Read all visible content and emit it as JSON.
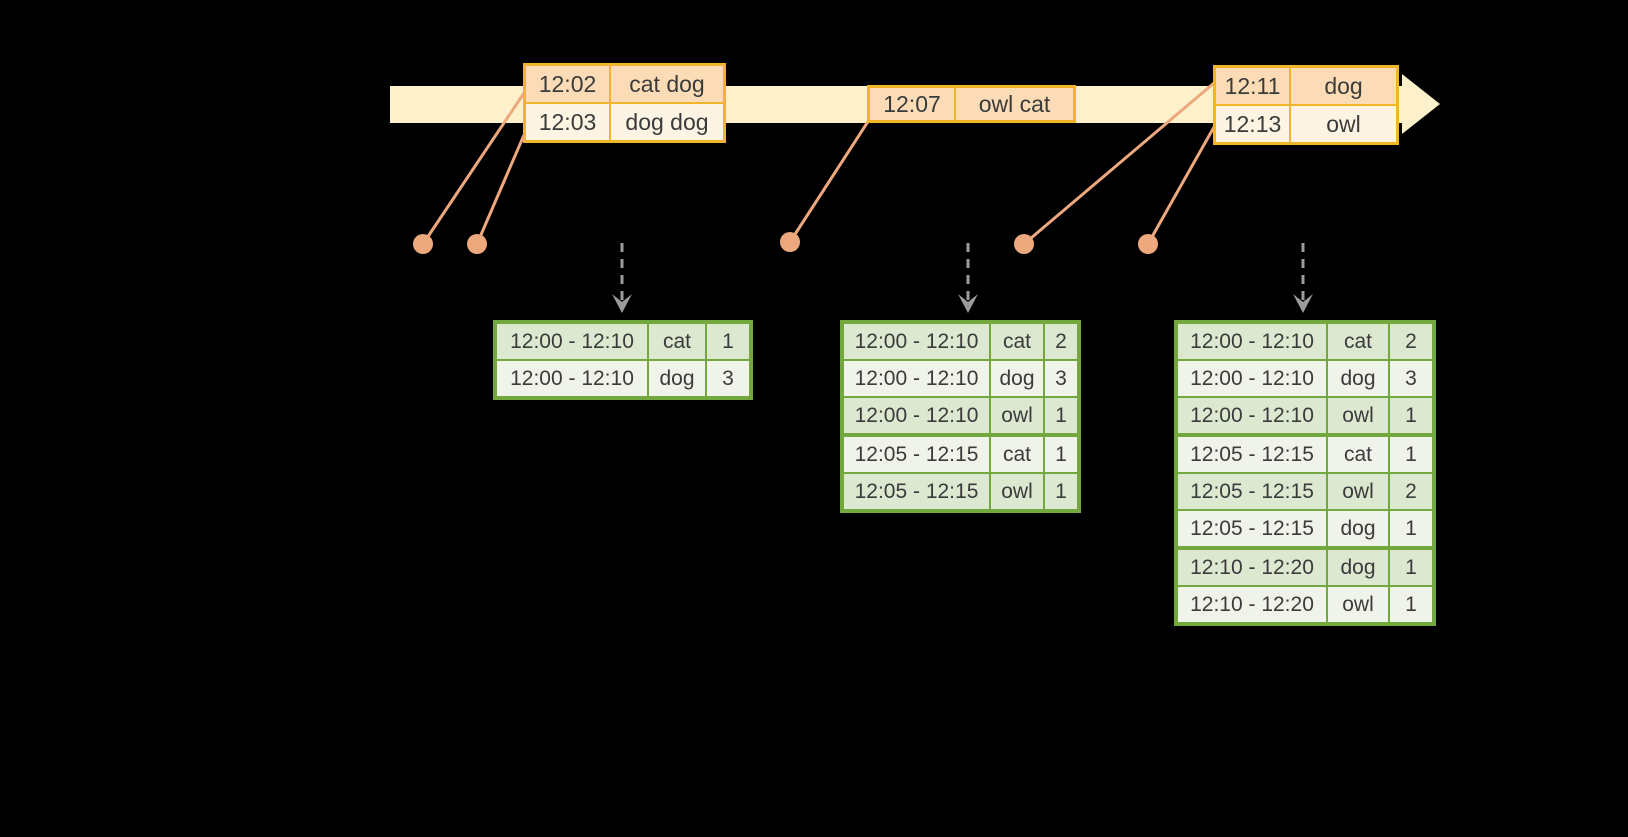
{
  "colors": {
    "background": "#000000",
    "timeline_band": "#FCF1CB",
    "event_border": "#F2B52A",
    "event_row_dark": "#FBDCB6",
    "event_row_light": "#FDF4E4",
    "marker": "#EDA87E",
    "trigger_arrow": "#9B9B9B",
    "result_border": "#72A83E",
    "result_row_dark": "#DDE8D1",
    "result_row_light": "#EFF3EA",
    "text": "#3B3B3B"
  },
  "icons": {
    "timeline_arrowhead": "right-arrowhead",
    "trigger_arrow": "dashed-down-arrow",
    "event_marker": "dot"
  },
  "event_tables": [
    {
      "rows": [
        {
          "time": "12:02",
          "words": "cat dog"
        },
        {
          "time": "12:03",
          "words": "dog dog"
        }
      ]
    },
    {
      "rows": [
        {
          "time": "12:07",
          "words": "owl cat"
        }
      ]
    },
    {
      "rows": [
        {
          "time": "12:11",
          "words": "dog"
        },
        {
          "time": "12:13",
          "words": "owl"
        }
      ]
    }
  ],
  "result_tables": [
    {
      "rows": [
        {
          "window": "12:00 - 12:10",
          "word": "cat",
          "count": "1"
        },
        {
          "window": "12:00 - 12:10",
          "word": "dog",
          "count": "3"
        }
      ]
    },
    {
      "rows": [
        {
          "window": "12:00 - 12:10",
          "word": "cat",
          "count": "2"
        },
        {
          "window": "12:00 - 12:10",
          "word": "dog",
          "count": "3"
        },
        {
          "window": "12:00 - 12:10",
          "word": "owl",
          "count": "1"
        },
        {
          "window": "12:05 - 12:15",
          "word": "cat",
          "count": "1"
        },
        {
          "window": "12:05 - 12:15",
          "word": "owl",
          "count": "1"
        }
      ]
    },
    {
      "rows": [
        {
          "window": "12:00 - 12:10",
          "word": "cat",
          "count": "2"
        },
        {
          "window": "12:00 - 12:10",
          "word": "dog",
          "count": "3"
        },
        {
          "window": "12:00 - 12:10",
          "word": "owl",
          "count": "1"
        },
        {
          "window": "12:05 - 12:15",
          "word": "cat",
          "count": "1"
        },
        {
          "window": "12:05 - 12:15",
          "word": "owl",
          "count": "2"
        },
        {
          "window": "12:05 - 12:15",
          "word": "dog",
          "count": "1"
        },
        {
          "window": "12:10 - 12:20",
          "word": "dog",
          "count": "1"
        },
        {
          "window": "12:10 - 12:20",
          "word": "owl",
          "count": "1"
        }
      ]
    }
  ]
}
